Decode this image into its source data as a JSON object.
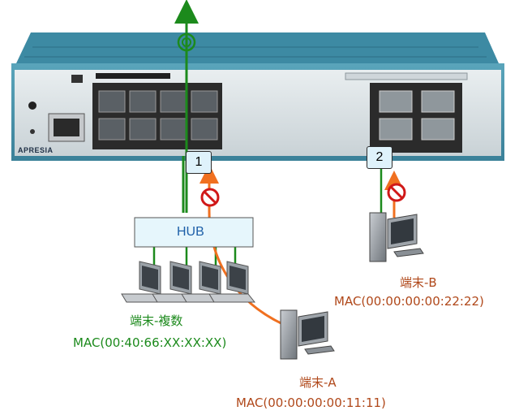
{
  "switch": {
    "brand": "APRESIA"
  },
  "ports": {
    "port1_label": "1",
    "port2_label": "2"
  },
  "hub": {
    "label": "HUB"
  },
  "terminals": {
    "multi": {
      "name": "端末-複数",
      "mac": "MAC(00:40:66:XX:XX:XX)"
    },
    "a": {
      "name": "端末-A",
      "mac": "MAC(00:00:00:00:11:11)"
    },
    "b": {
      "name": "端末-B",
      "mac": "MAC(00:00:00:00:22:22)"
    }
  },
  "colors": {
    "allowed": "#1c8a1c",
    "blocked": "#f07020",
    "switch_body": "#4a96ad",
    "hub_fill": "#e6f6fc"
  }
}
